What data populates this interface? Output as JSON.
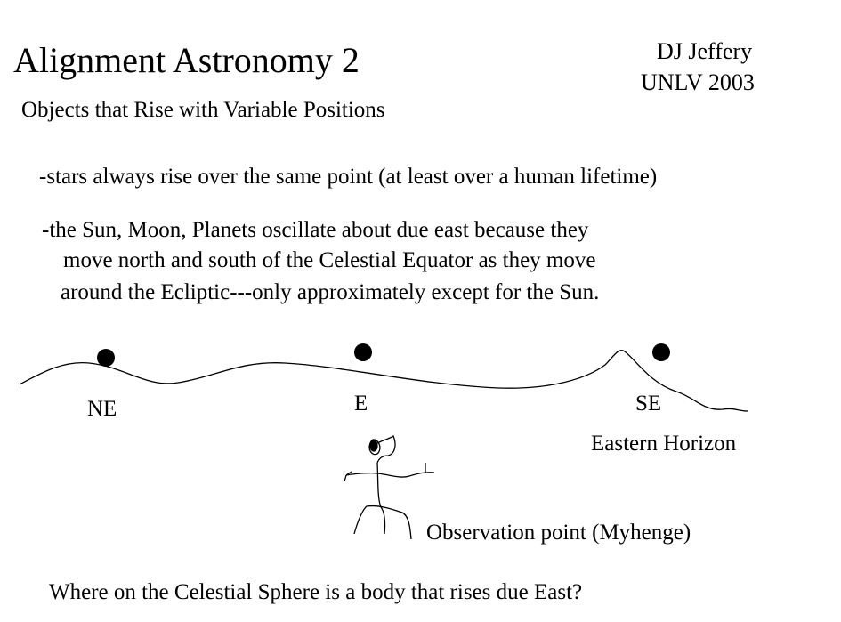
{
  "title": "Alignment Astronomy 2",
  "author": "DJ Jeffery",
  "affiliation": "UNLV 2003",
  "subtitle": "Objects that Rise with Variable Positions",
  "bullets": [
    "-stars always rise over the same point (at least over a human lifetime)",
    "-the Sun, Moon, Planets oscillate about due east because they",
    "move north and south of the Celestial Equator as they move",
    "around the Ecliptic---only approximately except for the Sun."
  ],
  "diagram": {
    "labels": {
      "ne": "NE",
      "e": "E",
      "se": "SE"
    },
    "horizon_label": "Eastern Horizon",
    "observer_label": "Observation point (Myhenge)"
  },
  "question": "Where on the Celestial Sphere is a body that rises due East?"
}
